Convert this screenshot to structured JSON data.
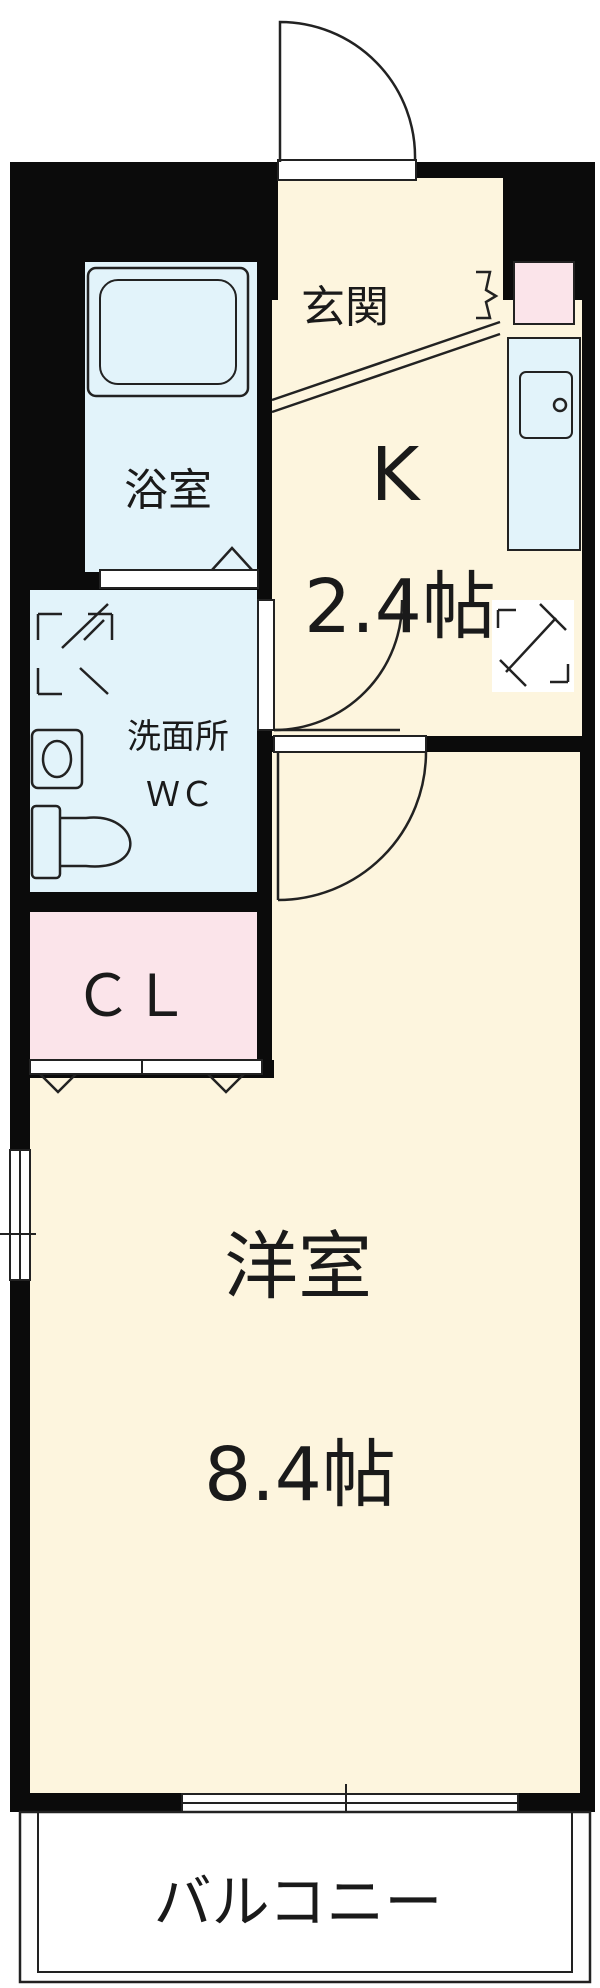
{
  "colors": {
    "wall": "#0b0b0b",
    "floor_main": "#fdf5de",
    "floor_wet": "#e2f3fa",
    "closet": "#fbe4ea",
    "balcony": "#ffffff",
    "line": "#222222"
  },
  "rooms": {
    "genkan": {
      "label": "玄関"
    },
    "kitchen": {
      "label": "K",
      "size": "2.4帖"
    },
    "bath": {
      "label": "浴室"
    },
    "washroom": {
      "label": "洗面所",
      "sublabel": "ＷＣ"
    },
    "closet": {
      "label": "ＣＬ"
    },
    "western": {
      "label": "洋室",
      "size": "8.4帖"
    },
    "balcony": {
      "label": "バルコニー"
    }
  },
  "icons": {
    "bathtub": "bathtub-icon",
    "sink": "sink-icon",
    "toilet": "toilet-icon",
    "washer": "washing-machine-space-icon",
    "fridge": "refrigerator-space-icon",
    "kitchen_sink": "kitchen-sink-icon",
    "shoe_box": "shoe-box-icon"
  }
}
